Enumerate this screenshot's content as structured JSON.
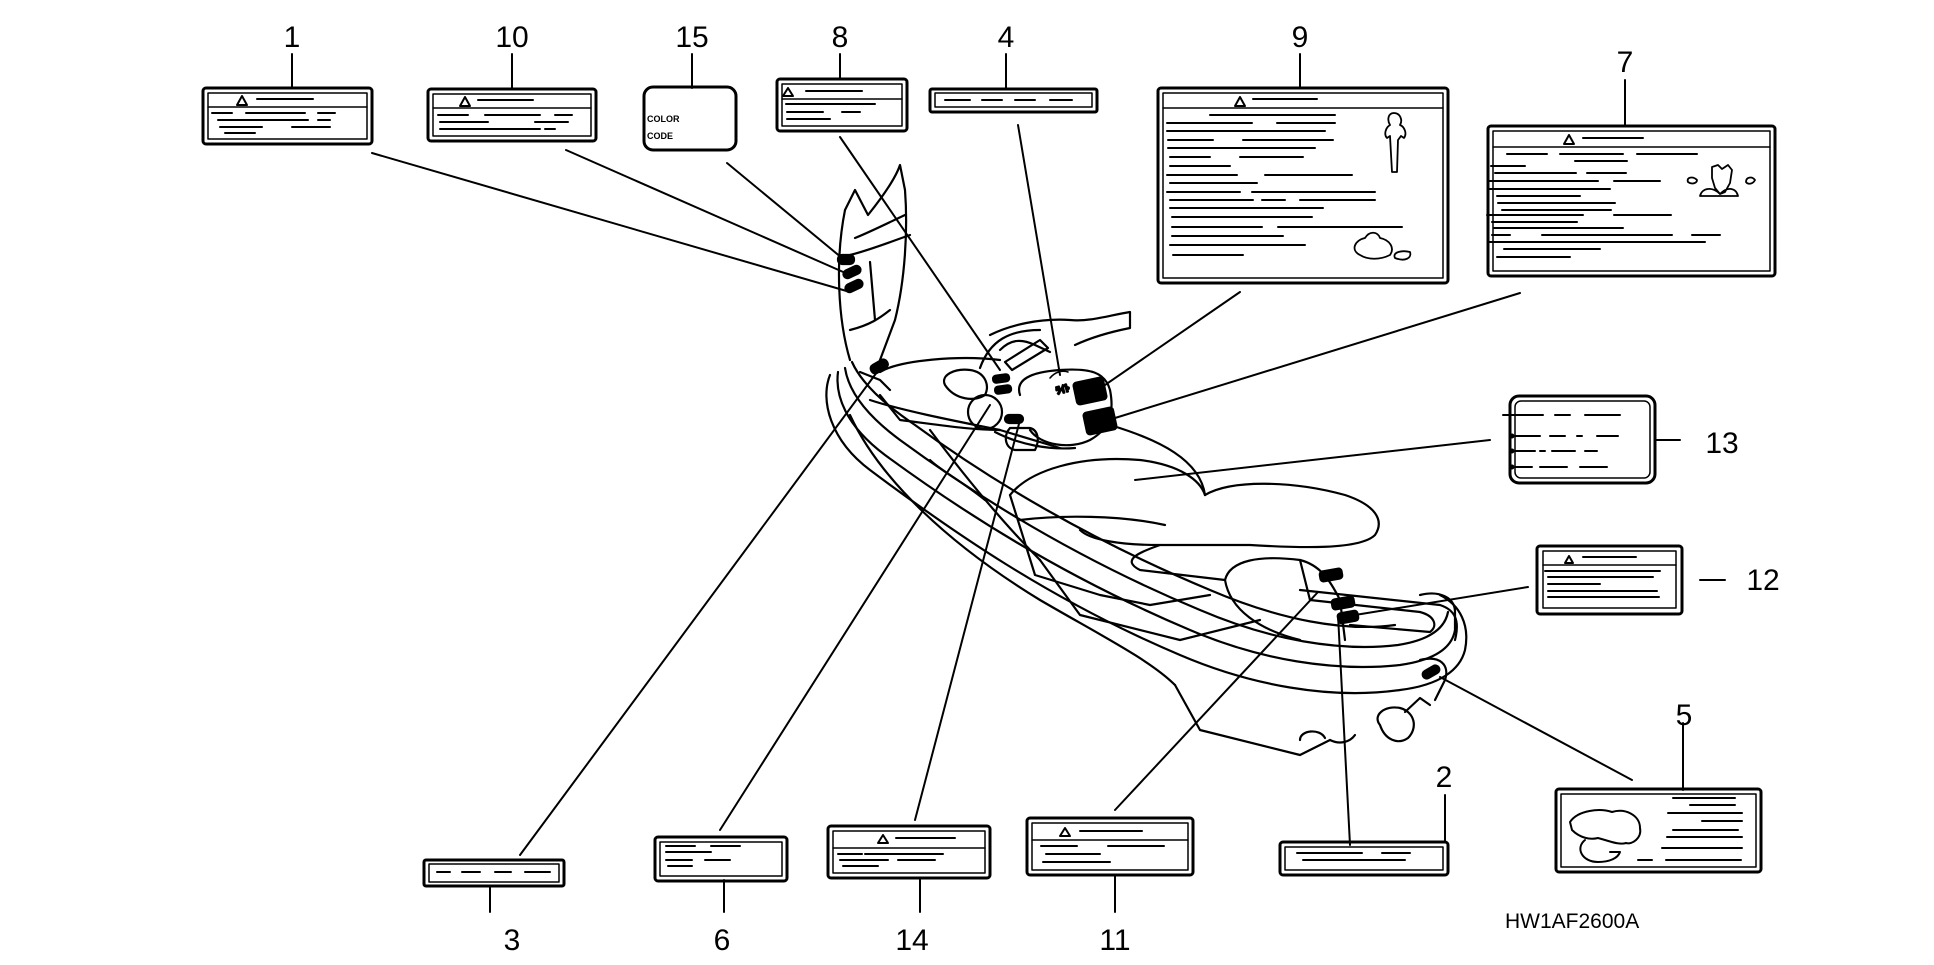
{
  "diagram": {
    "title": "Label placement diagram",
    "subject": "personal watercraft",
    "drawing_code": "HW1AF2600A",
    "labels": [
      {
        "id": "1",
        "type": "warning",
        "has_triangle": true
      },
      {
        "id": "2",
        "type": "plain-strip"
      },
      {
        "id": "3",
        "type": "dashed-strip"
      },
      {
        "id": "4",
        "type": "dashed-strip"
      },
      {
        "id": "5",
        "type": "pictogram-text"
      },
      {
        "id": "6",
        "type": "plain-text"
      },
      {
        "id": "7",
        "type": "warning-large",
        "has_triangle": true
      },
      {
        "id": "8",
        "type": "warning",
        "has_triangle": true
      },
      {
        "id": "9",
        "type": "warning-large",
        "has_triangle": true
      },
      {
        "id": "10",
        "type": "warning",
        "has_triangle": true
      },
      {
        "id": "11",
        "type": "warning",
        "has_triangle": true
      },
      {
        "id": "12",
        "type": "warning",
        "has_triangle": true
      },
      {
        "id": "13",
        "type": "bulleted-list"
      },
      {
        "id": "14",
        "type": "warning",
        "has_triangle": true
      },
      {
        "id": "15",
        "type": "color-code",
        "text_line1": "COLOR",
        "text_line2": "CODE"
      }
    ]
  }
}
